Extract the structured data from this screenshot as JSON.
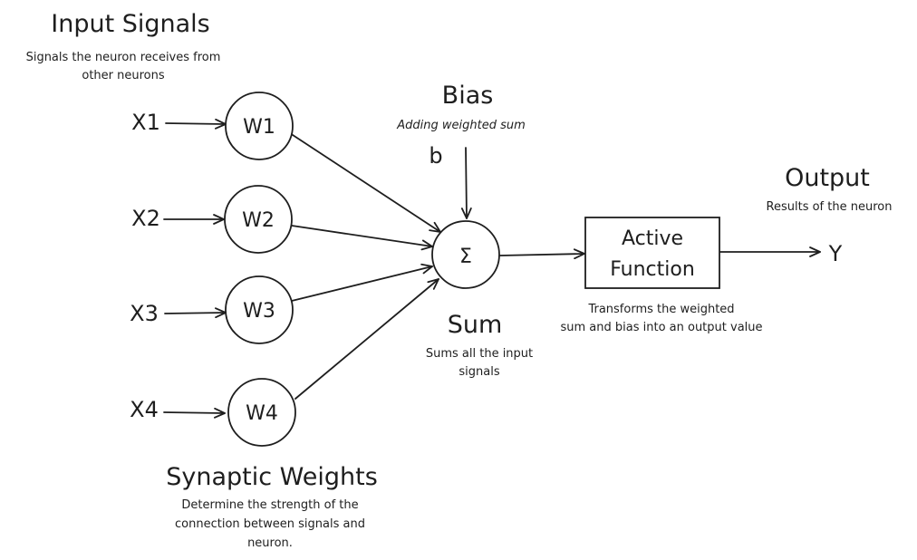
{
  "input_section": {
    "title": "Input Signals",
    "desc_lines": [
      "Signals the neuron receives from",
      "other neurons"
    ]
  },
  "inputs": [
    {
      "label": "X1",
      "weight": "W1"
    },
    {
      "label": "X2",
      "weight": "W2"
    },
    {
      "label": "X3",
      "weight": "W3"
    },
    {
      "label": "X4",
      "weight": "W4"
    }
  ],
  "bias": {
    "title": "Bias",
    "desc": "Adding weighted sum",
    "symbol": "b"
  },
  "sum": {
    "symbol": "Σ",
    "title": "Sum",
    "desc_lines": [
      "Sums all the input",
      "signals"
    ]
  },
  "activation": {
    "lines": [
      "Active",
      "Function"
    ],
    "desc_lines": [
      "Transforms the weighted",
      "sum and bias into an output value"
    ]
  },
  "output": {
    "title": "Output",
    "desc": "Results of the neuron",
    "symbol": "Y"
  },
  "weights_section": {
    "title": "Synaptic Weights",
    "desc_lines": [
      "Determine the strength of the",
      "connection between signals and",
      "neuron."
    ]
  },
  "colors": {
    "ink": "#1e1e1e",
    "background": "#ffffff"
  }
}
